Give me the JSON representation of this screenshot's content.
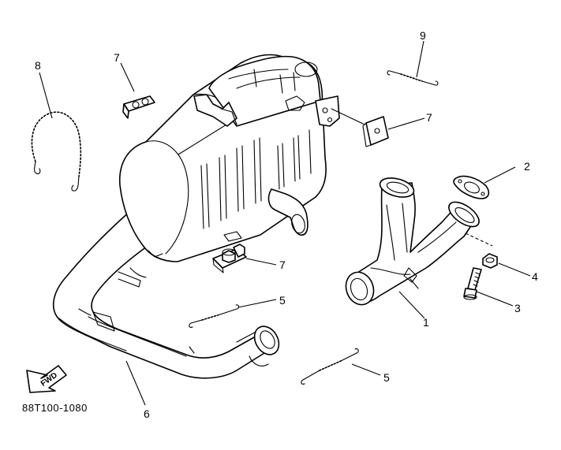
{
  "diagram": {
    "part_code": "88T100-1080",
    "fwd_label": "FWD",
    "callouts": {
      "c1": "1",
      "c2": "2",
      "c3": "3",
      "c4": "4",
      "c5a": "5",
      "c5b": "5",
      "c6": "6",
      "c7a": "7",
      "c7b": "7",
      "c7c": "7",
      "c8": "8",
      "c9": "9"
    }
  }
}
